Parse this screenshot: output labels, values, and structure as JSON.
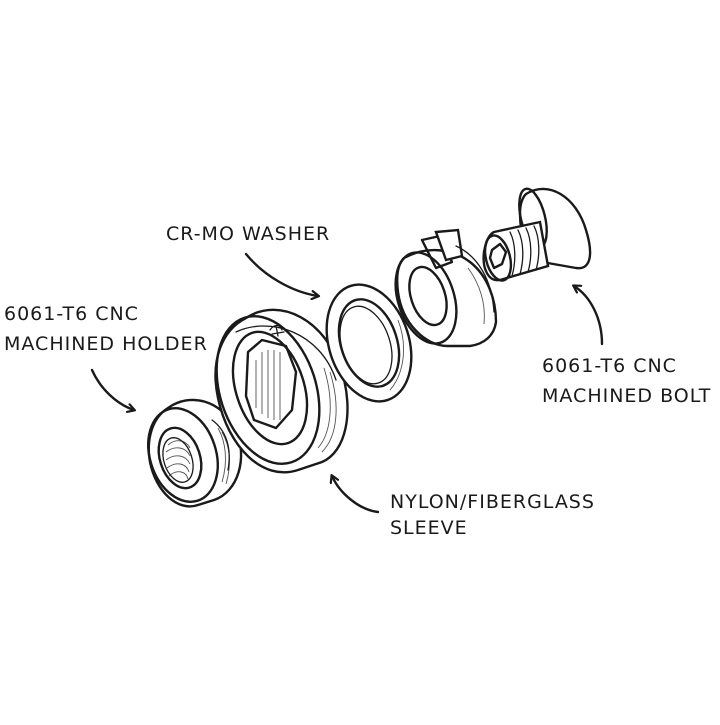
{
  "labels": {
    "washer": "CR-MO WASHER",
    "holder_line1": "6061-T6 CNC",
    "holder_line2": "MACHINED HOLDER",
    "bolt_line1": "6061-T6 CNC",
    "bolt_line2": "MACHINED BOLT",
    "sleeve_line1": "NYLON/FIBERGLASS",
    "sleeve_line2": "SLEEVE"
  },
  "colors": {
    "ink": "#1a1a1a",
    "background": "#ffffff"
  }
}
